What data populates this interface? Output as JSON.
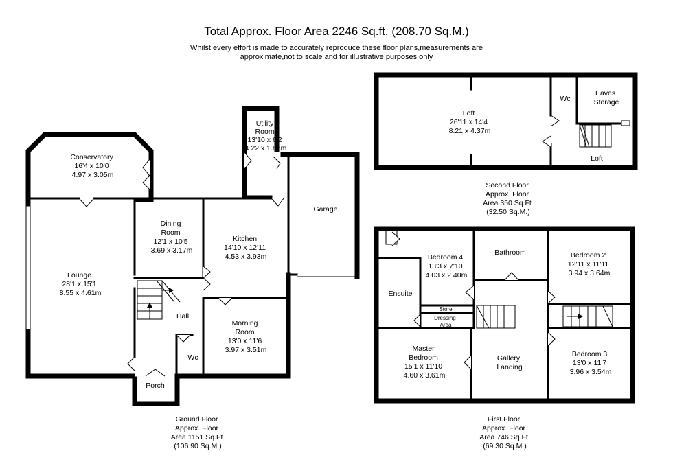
{
  "header": {
    "title": "Total Approx. Floor Area 2246 Sq.ft. (208.70 Sq.M.)",
    "disclaimer_line1": "Whilst every effort is made to accurately reproduce these floor plans,measurements are",
    "disclaimer_line2": "approximate,not to scale and for illustrative purposes only"
  },
  "ground_floor": {
    "rooms": {
      "conservatory": [
        "Conservatory",
        "16'4 x 10'0",
        "4.97 x 3.05m"
      ],
      "utility": [
        "Utility",
        "Room",
        "13'10 x 6'2",
        "4.22 x 1.88m"
      ],
      "garage": [
        "Garage"
      ],
      "dining": [
        "Dining",
        "Room",
        "12'1 x 10'5",
        "3.69 x 3.17m"
      ],
      "kitchen": [
        "Kitchen",
        "14'10 x 12'11",
        "4.53 x 3.93m"
      ],
      "lounge": [
        "Lounge",
        "28'1 x 15'1",
        "8.55 x 4.61m"
      ],
      "hall": [
        "Hall"
      ],
      "morning": [
        "Morning",
        "Room",
        "13'0 x 11'6",
        "3.97 x 3.51m"
      ],
      "wc": [
        "Wc"
      ],
      "porch": [
        "Porch"
      ]
    },
    "caption": [
      "Ground Floor",
      "Approx. Floor",
      "Area 1151 Sq.Ft",
      "(106.90 Sq.M.)"
    ]
  },
  "second_floor": {
    "rooms": {
      "loft_main": [
        "Loft",
        "26'11 x 14'4",
        "8.21 x 4.37m"
      ],
      "wc": [
        "Wc"
      ],
      "eaves": [
        "Eaves",
        "Storage"
      ],
      "loft_small": [
        "Loft"
      ]
    },
    "caption": [
      "Second Floor",
      "Approx. Floor",
      "Area 350 Sq.Ft",
      "(32.50 Sq.M.)"
    ]
  },
  "first_floor": {
    "rooms": {
      "bedroom4": [
        "Bedroom 4",
        "13'3 x 7'10",
        "4.03 x 2.40m"
      ],
      "bathroom": [
        "Bathroom"
      ],
      "bedroom2": [
        "Bedroom 2",
        "12'11 x 11'11",
        "3.94 x 3.64m"
      ],
      "ensuite": [
        "Ensuite"
      ],
      "store": [
        "Store"
      ],
      "dressing": [
        "Dressing",
        "Area"
      ],
      "master": [
        "Master",
        "Bedroom",
        "15'1 x 11'10",
        "4.60 x 3.61m"
      ],
      "gallery": [
        "Gallery",
        "Landing"
      ],
      "bedroom3": [
        "Bedroom 3",
        "13'0 x 11'7",
        "3.96 x 3.54m"
      ]
    },
    "caption": [
      "First Floor",
      "Approx. Floor",
      "Area 746 Sq.Ft",
      "(69.30 Sq.M.)"
    ]
  }
}
